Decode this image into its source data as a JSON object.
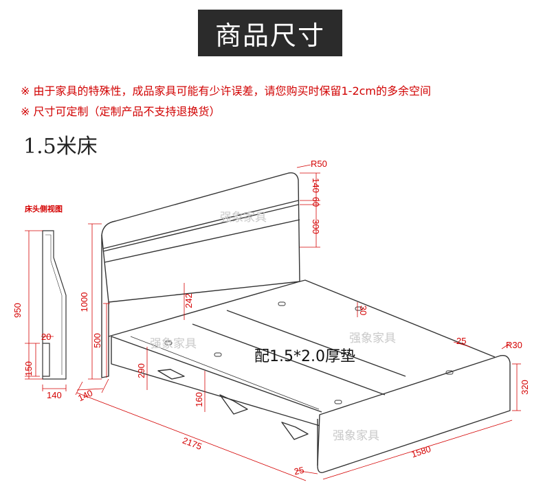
{
  "title": "商品尺寸",
  "notes": [
    "※ 由于家具的特殊性，成品家具可能有少许误差，请您购买时保留1-2cm的多余空间",
    "※ 尺寸可定制（定制产品不支持退换货）"
  ],
  "subtitle": "1.5米床",
  "side_view_label": "床头侧视图",
  "mattress_label": "配1.5*2.0厚垫",
  "watermark": "强象家具",
  "dimensions": {
    "headboard_radius": "R50",
    "headboard_top": "140",
    "headboard_band": "60",
    "headboard_panel": "300",
    "total_height": "1000",
    "frame_height": "500",
    "slat_height": "242",
    "rail_height": "290",
    "leg_height": "160",
    "rail_inset": "30",
    "corner_chamfer": "25",
    "footboard_radius": "R30",
    "footboard_height": "320",
    "depth": "140",
    "length": "2175",
    "footboard_thickness": "25",
    "width": "1580",
    "side_height": "950",
    "side_notch": "20",
    "side_base": "150",
    "side_depth": "140"
  },
  "colors": {
    "dimension": "#d40000",
    "outline": "#333333",
    "title_bg": "#2b2b2b"
  }
}
